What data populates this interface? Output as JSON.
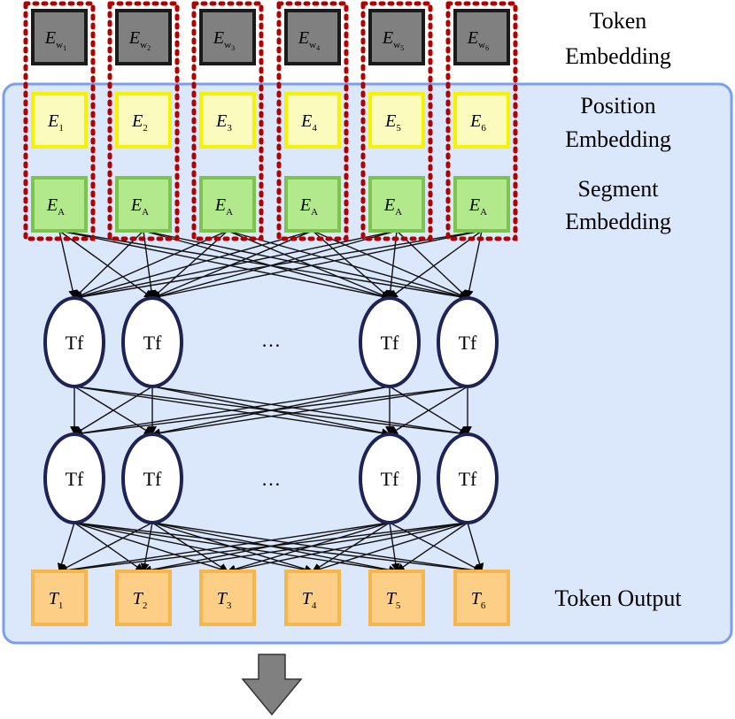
{
  "labels": {
    "token_embedding": [
      "Token",
      "Embedding"
    ],
    "position_embedding": [
      "Position",
      "Embedding"
    ],
    "segment_embedding": [
      "Segment",
      "Embedding"
    ],
    "token_output": "Token Output"
  },
  "token_embeddings": [
    {
      "base": "E",
      "sub": "w",
      "subsub": "1"
    },
    {
      "base": "E",
      "sub": "w",
      "subsub": "2"
    },
    {
      "base": "E",
      "sub": "w",
      "subsub": "3"
    },
    {
      "base": "E",
      "sub": "w",
      "subsub": "4"
    },
    {
      "base": "E",
      "sub": "w",
      "subsub": "5"
    },
    {
      "base": "E",
      "sub": "w",
      "subsub": "6"
    }
  ],
  "position_embeddings": [
    {
      "base": "E",
      "sub": "1"
    },
    {
      "base": "E",
      "sub": "2"
    },
    {
      "base": "E",
      "sub": "3"
    },
    {
      "base": "E",
      "sub": "4"
    },
    {
      "base": "E",
      "sub": "5"
    },
    {
      "base": "E",
      "sub": "6"
    }
  ],
  "segment_embeddings": [
    {
      "base": "E",
      "sub": "A"
    },
    {
      "base": "E",
      "sub": "A"
    },
    {
      "base": "E",
      "sub": "A"
    },
    {
      "base": "E",
      "sub": "A"
    },
    {
      "base": "E",
      "sub": "A"
    },
    {
      "base": "E",
      "sub": "A"
    }
  ],
  "token_outputs": [
    {
      "base": "T",
      "sub": "1"
    },
    {
      "base": "T",
      "sub": "2"
    },
    {
      "base": "T",
      "sub": "3"
    },
    {
      "base": "T",
      "sub": "4"
    },
    {
      "base": "T",
      "sub": "5"
    },
    {
      "base": "T",
      "sub": "6"
    }
  ],
  "transformer_label": "Tf",
  "ellipsis": "…",
  "colors": {
    "panel_fill": "#dbe7fb",
    "panel_stroke": "#7b9ff0",
    "token_fill": "#808080",
    "token_stroke": "#1a1a1a",
    "position_fill": "#fbfbbd",
    "position_stroke": "#f6f200",
    "segment_fill": "#b3e98d",
    "segment_stroke": "#7cc44e",
    "output_fill": "#fdcf86",
    "output_stroke": "#f6b64c",
    "dotted_stroke": "#b00000",
    "tf_stroke": "#1d2455",
    "arrow_fill": "#808080"
  }
}
